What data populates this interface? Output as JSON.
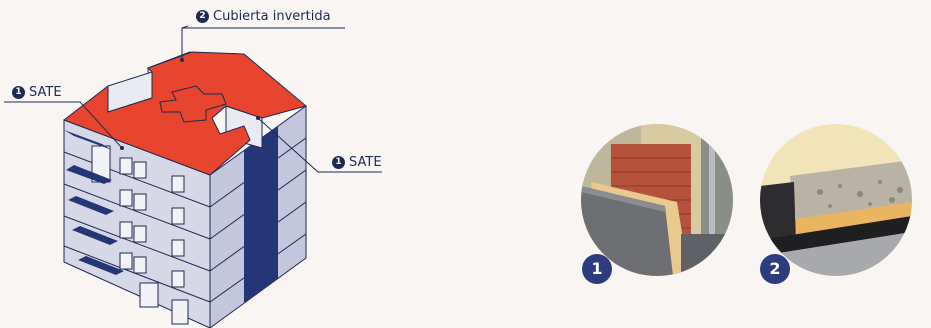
{
  "link": {
    "label": ""
  },
  "callouts": [
    {
      "id": "roof",
      "number": "2",
      "label": "Cubierta invertida"
    },
    {
      "id": "sate-left",
      "number": "1",
      "label": "SATE"
    },
    {
      "id": "sate-right",
      "number": "1",
      "label": "SATE"
    }
  ],
  "photos": [
    {
      "id": "facade",
      "badge": "1"
    },
    {
      "id": "roof",
      "badge": "2"
    }
  ],
  "colors": {
    "roof": "#e8452f",
    "navy": "#1d2a55",
    "wall_left": "#d6d8e8",
    "wall_right": "#c3c6dc"
  }
}
